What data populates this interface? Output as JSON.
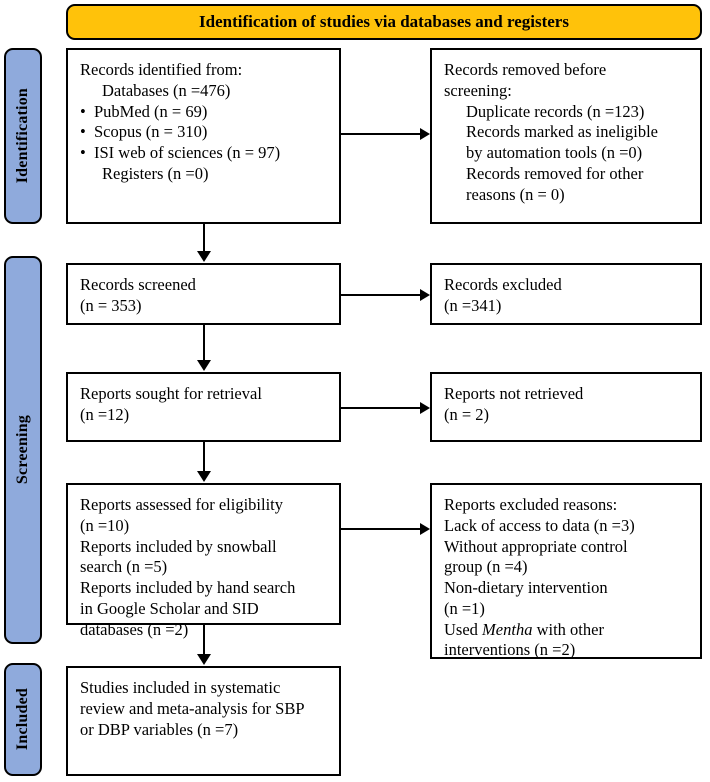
{
  "header": {
    "title": "Identification of studies via databases and registers",
    "background_color": "#FFC20A"
  },
  "phases": {
    "accent_color": "#8FAADC",
    "items": [
      {
        "id": "identification",
        "label": "Identification"
      },
      {
        "id": "screening",
        "label": "Screening"
      },
      {
        "id": "included",
        "label": "Included"
      }
    ]
  },
  "boxes": {
    "identified": {
      "title": "Records identified from:",
      "databases": "Databases (n =476)",
      "sources": [
        "PubMed (n = 69)",
        "Scopus (n = 310)",
        "ISI web of sciences (n = 97)"
      ],
      "registers": "Registers (n =0)"
    },
    "removed": {
      "title_line1": "Records removed before",
      "title_line2": "screening:",
      "items": [
        "Duplicate records (n =123)",
        "Records marked as ineligible",
        "by automation tools (n =0)",
        "Records removed for other",
        "reasons (n = 0)"
      ]
    },
    "screened": {
      "line1": "Records screened",
      "line2": "(n = 353)"
    },
    "excluded": {
      "line1": "Records excluded",
      "line2": "(n =341)"
    },
    "sought": {
      "line1": "Reports sought for retrieval",
      "line2": "(n =12)"
    },
    "not_retrieved": {
      "line1": "Reports not retrieved",
      "line2": "(n = 2)"
    },
    "eligibility": {
      "lines": [
        "Reports assessed for eligibility",
        "(n =10)",
        "Reports included by snowball",
        "search (n =5)",
        "Reports included by hand search",
        "in Google Scholar and SID",
        "databases (n =2)"
      ]
    },
    "excluded_reasons": {
      "title": "Reports excluded reasons:",
      "lines": [
        "Lack of access to data (n =3)",
        "Without appropriate control",
        "group (n =4)",
        "Non-dietary intervention",
        "(n =1)"
      ],
      "last_prefix": "Used ",
      "last_italic": "Mentha",
      "last_suffix": " with other",
      "last_line2": "interventions (n =2)"
    },
    "included_final": {
      "lines": [
        "Studies included in systematic",
        "review and meta-analysis for SBP",
        "or DBP variables (n =7)"
      ]
    }
  }
}
